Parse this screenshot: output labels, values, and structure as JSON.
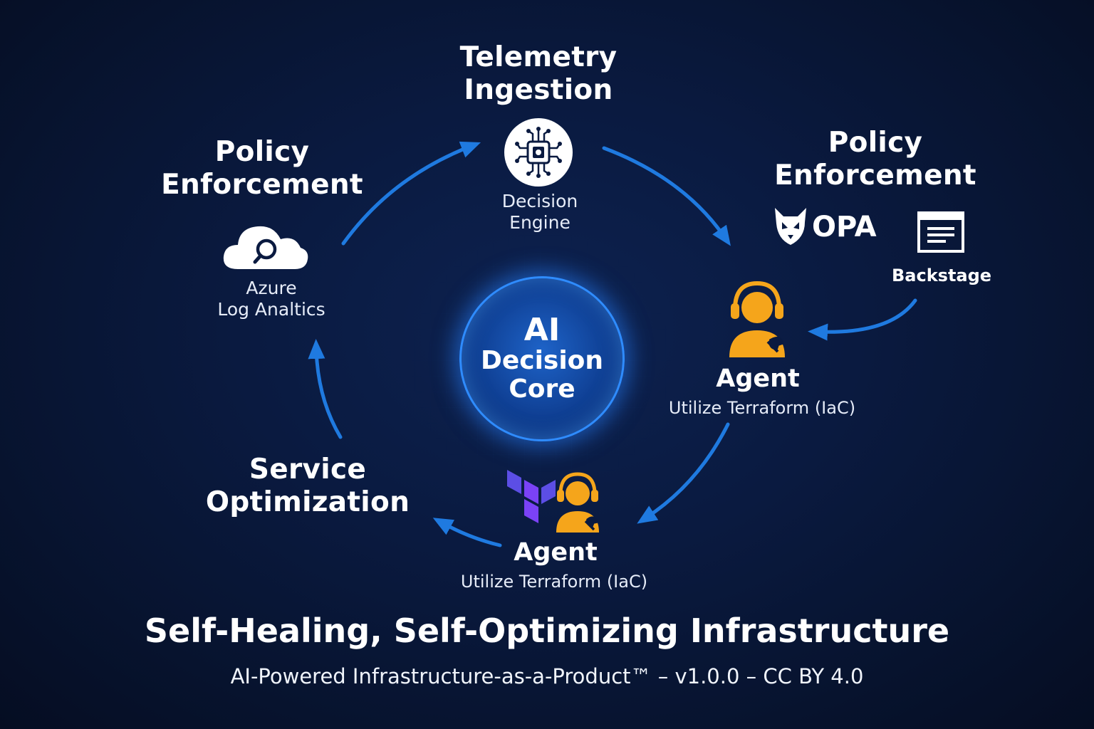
{
  "nodes": {
    "telemetry": {
      "heading_line1": "Telemetry",
      "heading_line2": "Ingestion",
      "icon": "chip-icon",
      "label_line1": "Decision",
      "label_line2": "Engine"
    },
    "policy_left": {
      "heading_line1": "Policy",
      "heading_line2": "Enforcement",
      "icon": "cloud-search-icon",
      "label_line1": "Azure",
      "label_line2": "Log Analtics"
    },
    "policy_right": {
      "heading_line1": "Policy",
      "heading_line2": "Enforcement",
      "opa_label": "OPA",
      "backstage_label": "Backstage"
    },
    "agent_right": {
      "title": "Agent",
      "subtitle": "Utilize Terraform (IaC)",
      "icon": "agent-headset-icon"
    },
    "agent_bottom": {
      "title": "Agent",
      "subtitle": "Utilize Terraform (IaC)",
      "icon": "terraform-icon"
    },
    "service": {
      "heading_line1": "Service",
      "heading_line2": "Optimization"
    }
  },
  "core": {
    "line1": "AI",
    "line2": "Decision",
    "line3": "Core"
  },
  "footer": {
    "title": "Self-Healing, Self-Optimizing Infrastructure",
    "subtitle": "AI-Powered Infrastructure-as-a-Product™ – v1.0.0 – CC BY 4.0"
  },
  "colors": {
    "background": "#07132e",
    "arrow": "#1f7ae0",
    "core_ring": "#2f8cff",
    "agent": "#f5a51b",
    "terraform": "#5c4ee5"
  }
}
